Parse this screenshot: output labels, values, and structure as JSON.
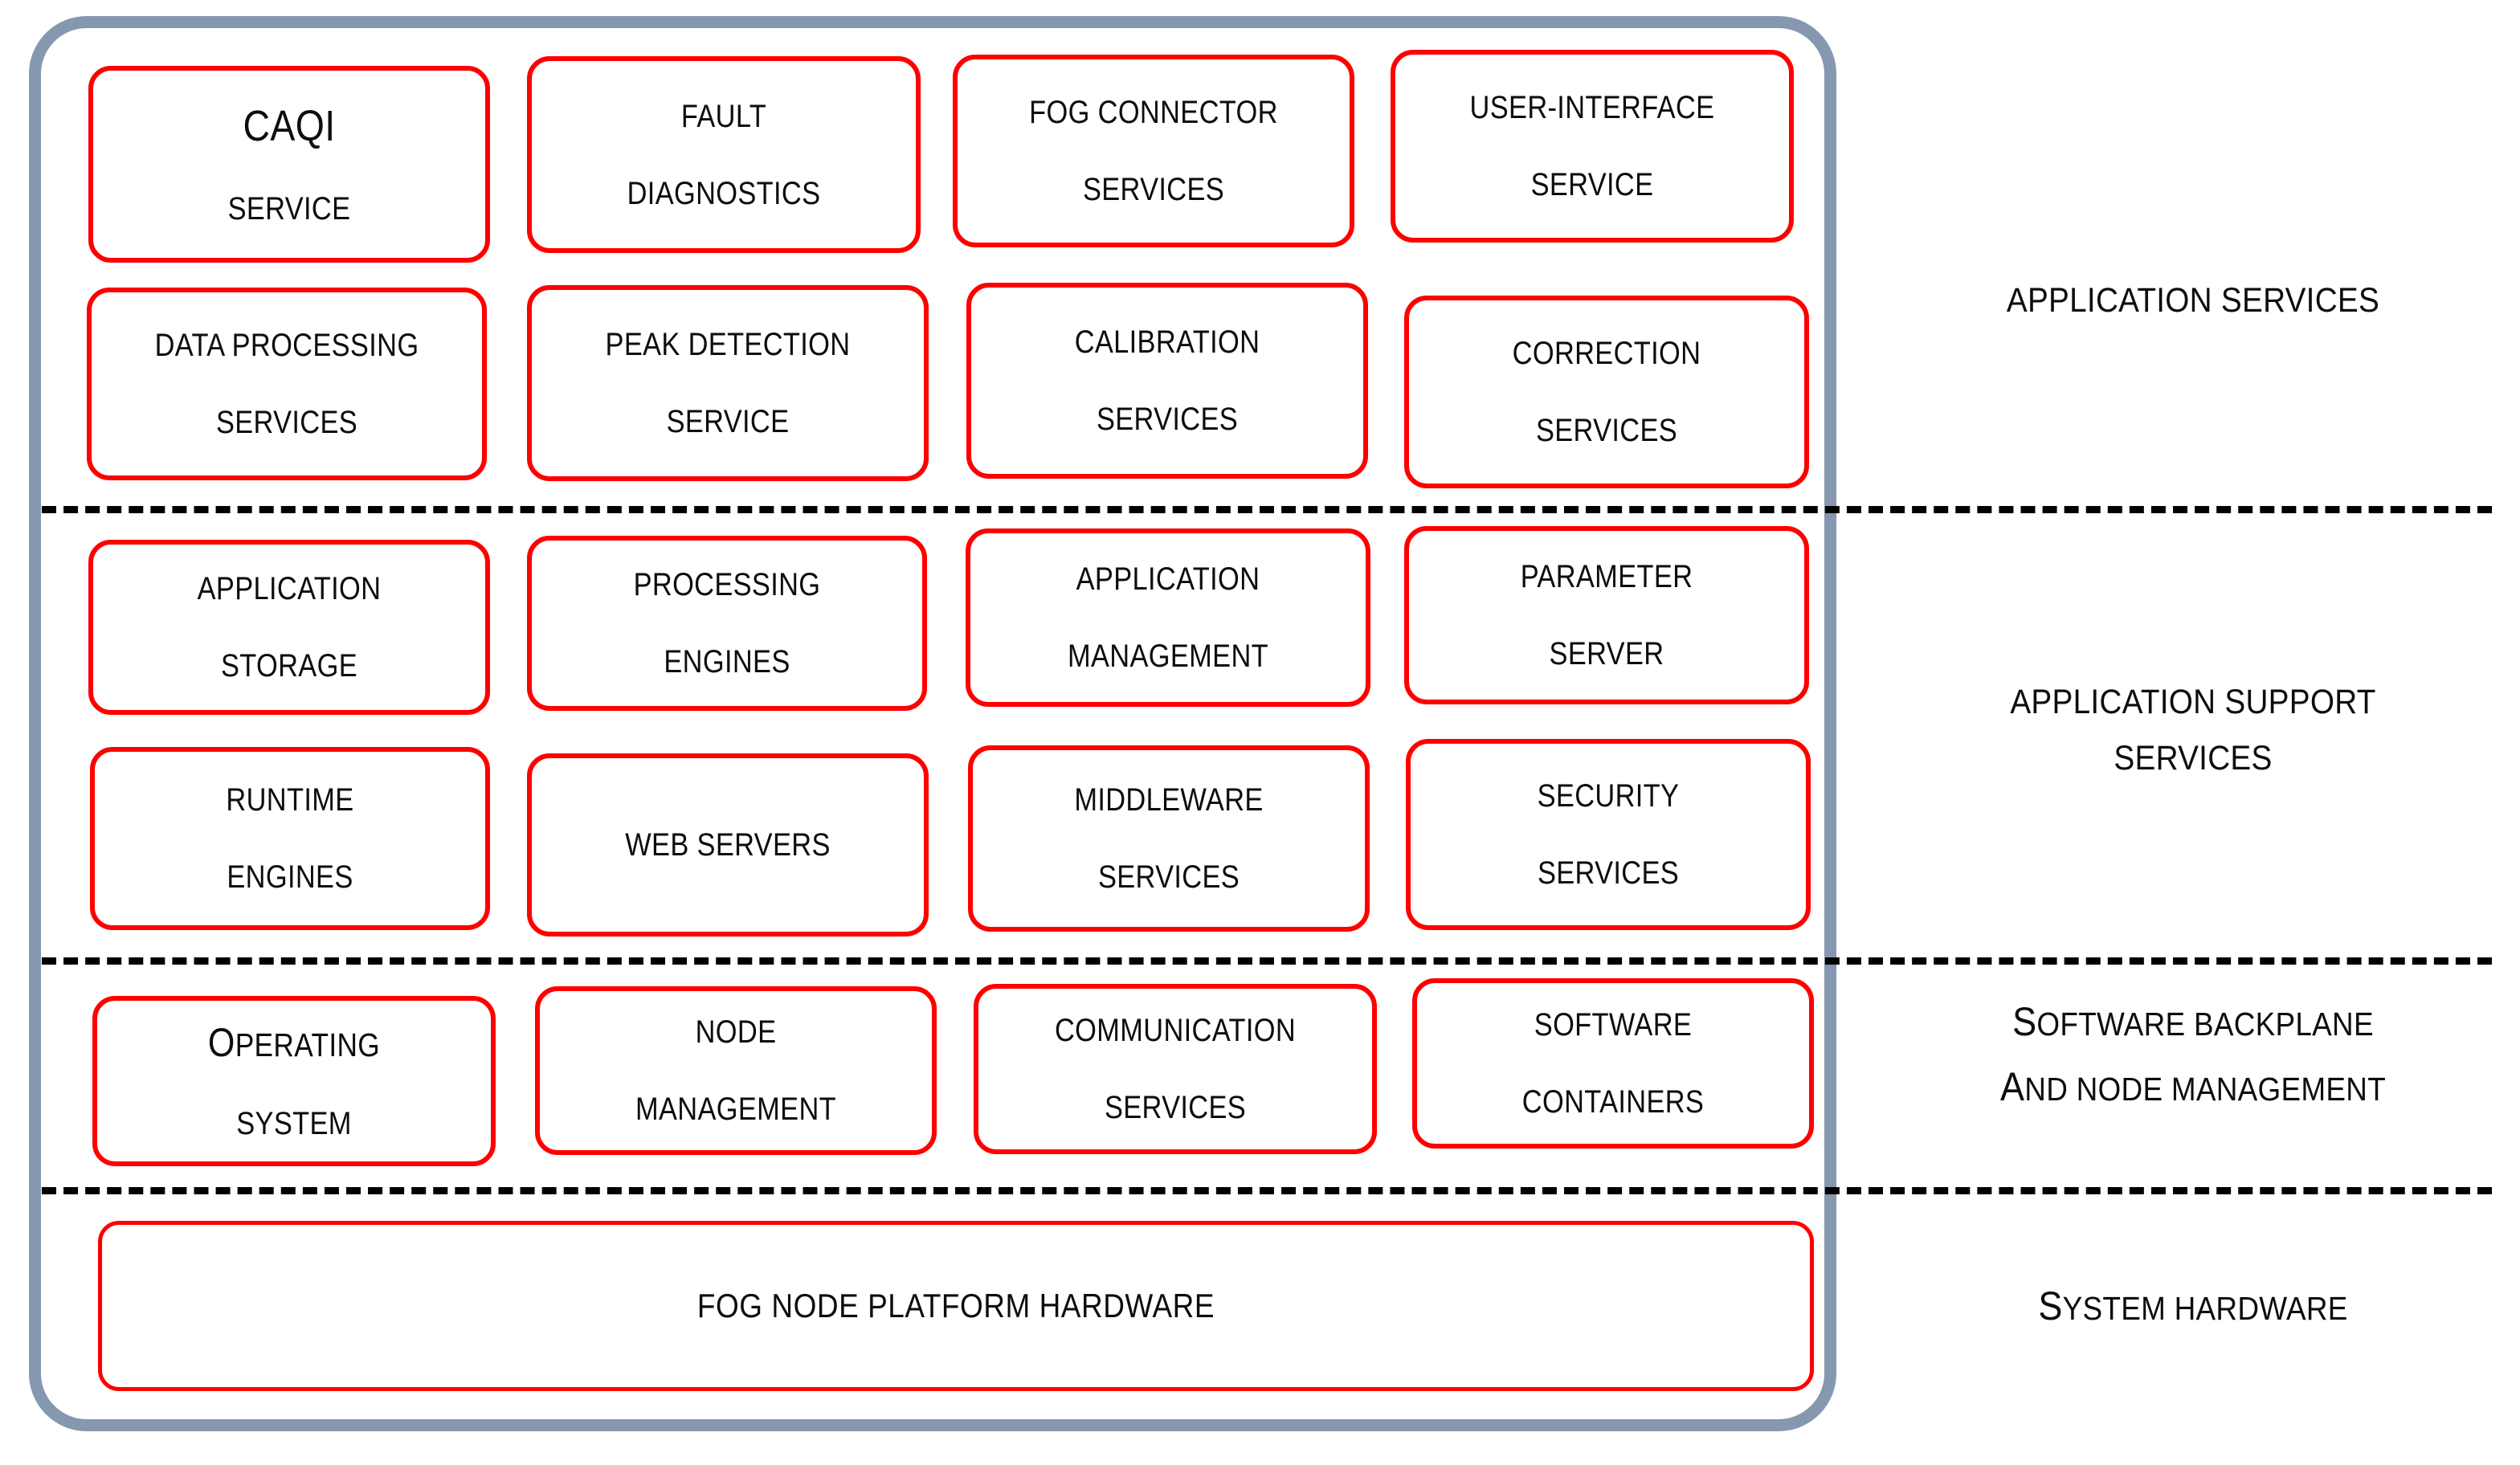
{
  "diagram": {
    "title": "Fog Node Software Architecture Layers",
    "frame_color": "#8697b0",
    "box_border_color": "#fe0000",
    "separator_color": "#000000",
    "text_color": "#0d0d0d"
  },
  "bands": [
    {
      "id": "application-services",
      "caption_lines": [
        "APPLICATION SERVICES"
      ],
      "caption_smallcaps": false,
      "rows": [
        [
          {
            "lines": [
              "CAQI",
              "SERVICE"
            ],
            "emphasis_first": true
          },
          {
            "lines": [
              "FAULT",
              "DIAGNOSTICS"
            ]
          },
          {
            "lines": [
              "FOG CONNECTOR",
              "SERVICES"
            ]
          },
          {
            "lines": [
              "USER-INTERFACE",
              "SERVICE"
            ]
          }
        ],
        [
          {
            "lines": [
              "DATA PROCESSING",
              "SERVICES"
            ]
          },
          {
            "lines": [
              "PEAK DETECTION",
              "SERVICE"
            ]
          },
          {
            "lines": [
              "CALIBRATION",
              "SERVICES"
            ]
          },
          {
            "lines": [
              "CORRECTION",
              "SERVICES"
            ]
          }
        ]
      ]
    },
    {
      "id": "application-support-services",
      "caption_lines": [
        "APPLICATION SUPPORT",
        "SERVICES"
      ],
      "caption_smallcaps": false,
      "rows": [
        [
          {
            "lines": [
              "APPLICATION",
              "STORAGE"
            ]
          },
          {
            "lines": [
              "PROCESSING",
              "ENGINES"
            ]
          },
          {
            "lines": [
              "APPLICATION",
              "MANAGEMENT"
            ]
          },
          {
            "lines": [
              "PARAMETER",
              "SERVER"
            ]
          }
        ],
        [
          {
            "lines": [
              "RUNTIME",
              "ENGINES"
            ]
          },
          {
            "lines": [
              "WEB SERVERS"
            ]
          },
          {
            "lines": [
              "MIDDLEWARE",
              "SERVICES"
            ]
          },
          {
            "lines": [
              "SECURITY",
              "SERVICES"
            ]
          }
        ]
      ]
    },
    {
      "id": "software-backplane-and-node-management",
      "caption_lines": [
        "SOFTWARE BACKPLANE",
        "AND NODE MANAGEMENT"
      ],
      "caption_smallcaps": true,
      "rows": [
        [
          {
            "lines": [
              "OPERATING",
              "SYSTEM"
            ],
            "smallcaps_first": true
          },
          {
            "lines": [
              "NODE",
              "MANAGEMENT"
            ]
          },
          {
            "lines": [
              "COMMUNICATION",
              "SERVICES"
            ]
          },
          {
            "lines": [
              "SOFTWARE",
              "CONTAINERS"
            ]
          }
        ]
      ]
    },
    {
      "id": "system-hardware",
      "caption_lines": [
        "SYSTEM HARDWARE"
      ],
      "caption_smallcaps": true,
      "rows": [
        [
          {
            "lines": [
              "FOG NODE PLATFORM HARDWARE"
            ],
            "full_width": true
          }
        ]
      ]
    }
  ],
  "boxes": {
    "r1c1": {
      "l1": "CAQI",
      "l2": "SERVICE"
    },
    "r1c2": {
      "l1": "FAULT",
      "l2": "DIAGNOSTICS"
    },
    "r1c3": {
      "l1": "FOG CONNECTOR",
      "l2": "SERVICES"
    },
    "r1c4": {
      "l1": "USER-INTERFACE",
      "l2": "SERVICE"
    },
    "r2c1": {
      "l1": "DATA PROCESSING",
      "l2": "SERVICES"
    },
    "r2c2": {
      "l1": "PEAK DETECTION",
      "l2": "SERVICE"
    },
    "r2c3": {
      "l1": "CALIBRATION",
      "l2": "SERVICES"
    },
    "r2c4": {
      "l1": "CORRECTION",
      "l2": "SERVICES"
    },
    "r3c1": {
      "l1": "APPLICATION",
      "l2": "STORAGE"
    },
    "r3c2": {
      "l1": "PROCESSING",
      "l2": "ENGINES"
    },
    "r3c3": {
      "l1": "APPLICATION",
      "l2": "MANAGEMENT"
    },
    "r3c4": {
      "l1": "PARAMETER",
      "l2": "SERVER"
    },
    "r4c1": {
      "l1": "RUNTIME",
      "l2": "ENGINES"
    },
    "r4c2": {
      "l1": "WEB SERVERS",
      "l2": ""
    },
    "r4c3": {
      "l1": "MIDDLEWARE",
      "l2": "SERVICES"
    },
    "r4c4": {
      "l1": "SECURITY",
      "l2": "SERVICES"
    },
    "r5c1": {
      "l1i": "O",
      "l1r": "PERATING",
      "l2": "SYSTEM"
    },
    "r5c2": {
      "l1": "NODE",
      "l2": "MANAGEMENT"
    },
    "r5c3": {
      "l1": "COMMUNICATION",
      "l2": "SERVICES"
    },
    "r5c4": {
      "l1": "SOFTWARE",
      "l2": "CONTAINERS"
    },
    "hw": {
      "l1": "FOG NODE PLATFORM HARDWARE"
    }
  },
  "captions": {
    "c1": {
      "line1": "APPLICATION SERVICES"
    },
    "c2": {
      "line1": "APPLICATION SUPPORT",
      "line2": "SERVICES"
    },
    "c3": {
      "l1i": "S",
      "l1r": "OFTWARE BACKPLANE",
      "l2i": "A",
      "l2r": "ND NODE MANAGEMENT"
    },
    "c4": {
      "l1i": "S",
      "l1r": "YSTEM HARDWARE"
    }
  }
}
